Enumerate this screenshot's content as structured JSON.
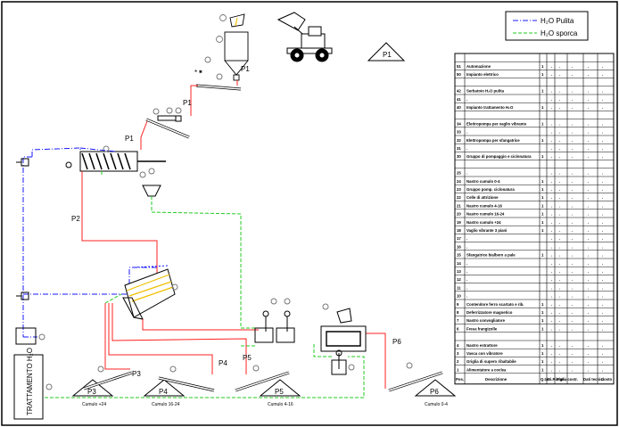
{
  "legend": {
    "clean_water": "H₂O Pulita",
    "dirty_water": "H₂O sporca",
    "clean_color": "#1a1aff",
    "dirty_color": "#22cc22",
    "product_color": "#ff2020"
  },
  "flow_labels": [
    "P1",
    "P1",
    "P1",
    "P2",
    "P3",
    "P4",
    "P5",
    "P6"
  ],
  "stockpiles": [
    {
      "code": "P1",
      "caption": ""
    },
    {
      "code": "P3",
      "caption": "Cumulo +24"
    },
    {
      "code": "P4",
      "caption": "Cumulo 16-24"
    },
    {
      "code": "P5",
      "caption": "Cumulo 4-16"
    },
    {
      "code": "P6",
      "caption": "Cumulo 0-4"
    }
  ],
  "treatment_label": "TRATTAMENTO H₂O",
  "table": {
    "footer": {
      "pos": "Pos.",
      "desc": "Descrizione",
      "qty": "Q.tà",
      "note": "Bi.Ri.mm",
      "cost": "Figlia costr.",
      "tech": "Dati tecnici",
      "price": "Costo"
    },
    "rows": [
      {
        "pos": "",
        "desc": "",
        "qty": ""
      },
      {
        "pos": "51",
        "desc": "Automazione",
        "qty": "1"
      },
      {
        "pos": "50",
        "desc": "Impianto elettrico",
        "qty": "1"
      },
      {
        "pos": "",
        "desc": "",
        "qty": ""
      },
      {
        "pos": "42",
        "desc": "Serbatoio H₂O pulita",
        "qty": "1"
      },
      {
        "pos": "41",
        "desc": ".",
        "qty": ""
      },
      {
        "pos": "40",
        "desc": "Impianto trattamento H₂O",
        "qty": "1"
      },
      {
        "pos": "",
        "desc": "",
        "qty": ""
      },
      {
        "pos": "34",
        "desc": "Elettropompa per vaglio vibrante",
        "qty": "1"
      },
      {
        "pos": "33",
        "desc": ".",
        "qty": ""
      },
      {
        "pos": "32",
        "desc": "Elettropompa per sfangatrice",
        "qty": "1"
      },
      {
        "pos": "31",
        "desc": ".",
        "qty": ""
      },
      {
        "pos": "30",
        "desc": "Gruppo di pompaggio e ciclonatura",
        "qty": "1"
      },
      {
        "pos": "",
        "desc": "",
        "qty": ""
      },
      {
        "pos": "25",
        "desc": ".",
        "qty": ""
      },
      {
        "pos": "24",
        "desc": "Nastro cumulo 0-4",
        "qty": "1"
      },
      {
        "pos": "23",
        "desc": "Gruppo pomp. ciclonatura",
        "qty": "1"
      },
      {
        "pos": "22",
        "desc": "Celle di attrizione",
        "qty": "1"
      },
      {
        "pos": "21",
        "desc": "Nastro cumulo 4-16",
        "qty": "1"
      },
      {
        "pos": "20",
        "desc": "Nastro cumulo 16-24",
        "qty": "1"
      },
      {
        "pos": "19",
        "desc": "Nastro cumulo +24",
        "qty": "1"
      },
      {
        "pos": "18",
        "desc": "Vaglio vibrante 3 piani",
        "qty": "1"
      },
      {
        "pos": "17",
        "desc": ".",
        "qty": ""
      },
      {
        "pos": "16",
        "desc": ".",
        "qty": ""
      },
      {
        "pos": "15",
        "desc": "Sfangatrice bialbero a pale",
        "qty": "1"
      },
      {
        "pos": "14",
        "desc": ".",
        "qty": ""
      },
      {
        "pos": "13",
        "desc": ".",
        "qty": ""
      },
      {
        "pos": "12",
        "desc": ".",
        "qty": ""
      },
      {
        "pos": "11",
        "desc": ".",
        "qty": ""
      },
      {
        "pos": "10",
        "desc": ".",
        "qty": ""
      },
      {
        "pos": "9",
        "desc": "Contenitore ferro scartato e rib.",
        "qty": "1"
      },
      {
        "pos": "8",
        "desc": "Deferrizzatore magnetico",
        "qty": "1"
      },
      {
        "pos": "7",
        "desc": "Nastro convogliatore",
        "qty": "1"
      },
      {
        "pos": "6",
        "desc": "Fresa frangizolle",
        "qty": "1"
      },
      {
        "pos": "",
        "desc": "",
        "qty": ""
      },
      {
        "pos": "4",
        "desc": "Nastro estrattore",
        "qty": "1"
      },
      {
        "pos": "3",
        "desc": "Vasca con vibratore",
        "qty": "1"
      },
      {
        "pos": "2",
        "desc": "Griglia di supero ribaltabile",
        "qty": "1"
      },
      {
        "pos": "1",
        "desc": "Alimentatore a coclea",
        "qty": "1"
      }
    ]
  }
}
